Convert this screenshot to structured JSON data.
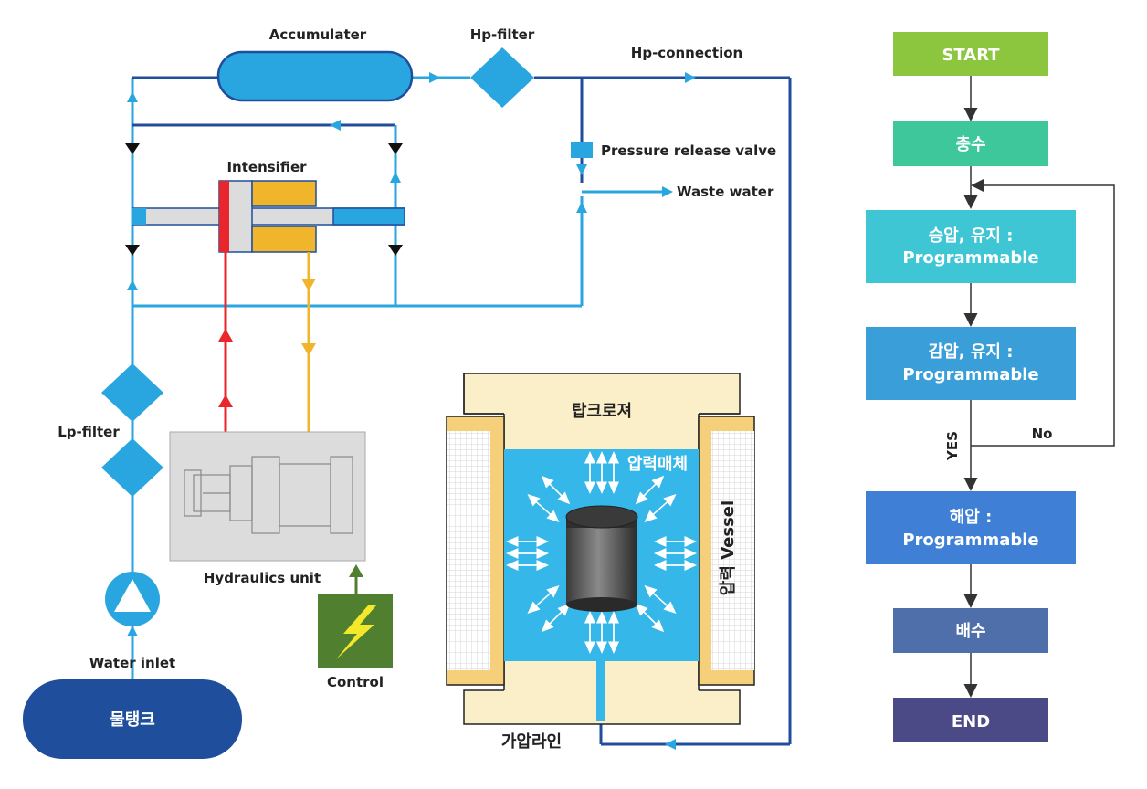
{
  "diagram": {
    "labels": {
      "accumulator": "Accumulater",
      "hp_filter": "Hp-filter",
      "hp_connection": "Hp-connection",
      "pressure_release_valve": "Pressure release valve",
      "waste_water": "Waste water",
      "intensifier": "Intensifier",
      "lp_filter": "Lp-filter",
      "hydraulics_unit": "Hydraulics unit",
      "water_inlet": "Water inlet",
      "control": "Control",
      "water_tank": "물탱크",
      "top_closure": "탑크로져",
      "pressure_medium": "압력매체",
      "pressure_vessel": "압력 Vessel",
      "pressurizing_line": "가압라인"
    },
    "colors": {
      "water_line": "#29a6e0",
      "dark_line": "#1f4e9c",
      "oil_red": "#e8262b",
      "oil_yellow": "#f0b52a",
      "control_green": "#4f7f2f",
      "tank_blue": "#1e4e9c",
      "vessel_beige": "#fbefc9",
      "vessel_stripe": "#f5cf7a",
      "medium_blue": "#35b7ea",
      "cylinder_dark": "#2f2f2f",
      "hydraulic_grey": "#dcdcdc"
    }
  },
  "flowchart": {
    "steps": [
      {
        "lines": [
          "START"
        ],
        "color": "#8cc63f"
      },
      {
        "lines": [
          "충수"
        ],
        "color": "#3ec79a"
      },
      {
        "lines": [
          "승압, 유지 :",
          "Programmable"
        ],
        "color": "#3fc6d4"
      },
      {
        "lines": [
          "감압, 유지 :",
          "Programmable"
        ],
        "color": "#3a9fd8"
      },
      {
        "lines": [
          "해압 :",
          "Programmable"
        ],
        "color": "#3f7fd6"
      },
      {
        "lines": [
          "배수"
        ],
        "color": "#4f6faa"
      },
      {
        "lines": [
          "END"
        ],
        "color": "#4c4a86"
      }
    ],
    "branch_yes": "YES",
    "branch_no": "No"
  }
}
